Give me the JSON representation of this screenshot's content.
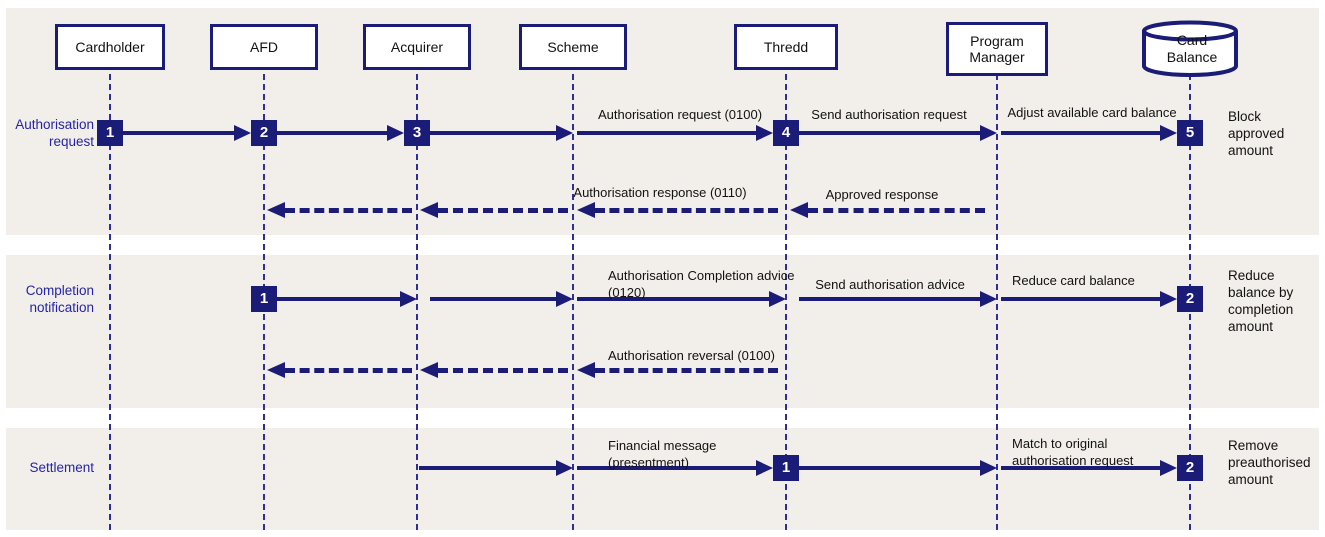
{
  "actors": [
    {
      "id": "cardholder",
      "label": "Cardholder",
      "shape": "box"
    },
    {
      "id": "afd",
      "label": "AFD",
      "shape": "box"
    },
    {
      "id": "acquirer",
      "label": "Acquirer",
      "shape": "box"
    },
    {
      "id": "scheme",
      "label": "Scheme",
      "shape": "box"
    },
    {
      "id": "thredd",
      "label": "Thredd",
      "shape": "box"
    },
    {
      "id": "program-manager",
      "label": "Program Manager",
      "shape": "box"
    },
    {
      "id": "card-balance",
      "label": "Card Balance",
      "shape": "cylinder"
    }
  ],
  "phases": [
    {
      "label": "Authorisation request"
    },
    {
      "label": "Completion notification"
    },
    {
      "label": "Settlement"
    }
  ],
  "lane1": {
    "steps": [
      "1",
      "2",
      "3",
      "4",
      "5"
    ],
    "messages": {
      "auth_request": "Authorisation request (0100)",
      "send_auth_request": "Send authorisation request",
      "adjust_balance": "Adjust available card balance",
      "auth_response": "Authorisation response (0110)",
      "approved_response": "Approved response"
    },
    "note": "Block approved amount"
  },
  "lane2": {
    "steps": [
      "1",
      "2"
    ],
    "messages": {
      "completion_advice": "Authorisation Completion advice (0120)",
      "send_auth_advice": "Send authorisation advice",
      "reduce_balance": "Reduce card balance",
      "auth_reversal": "Authorisation reversal (0100)"
    },
    "note": "Reduce balance by completion amount"
  },
  "lane3": {
    "steps": [
      "1",
      "2"
    ],
    "messages": {
      "financial_message": "Financial message (presentment)",
      "match_original": "Match to original authorisation request"
    },
    "note": "Remove preauthorised amount"
  },
  "colors": {
    "navy": "#1b1b78",
    "lifeline": "#2e2e99",
    "lane_background": "#f2efea",
    "phase_label": "#2424a8"
  }
}
